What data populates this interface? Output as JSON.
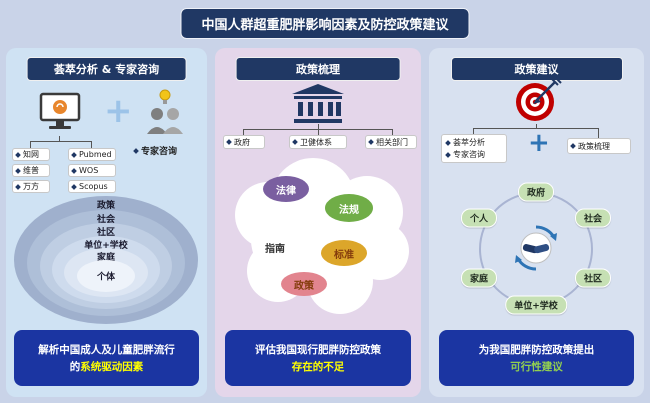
{
  "title": "中国人群超重肥胖影响因素及防控政策建议",
  "colors": {
    "banner_navy": "#203864",
    "conclusion_blue": "#1b35a2",
    "highlight_yellow": "#ffff00",
    "highlight_green": "#92d050",
    "panel_left_bg": "#cfe2f3",
    "panel_middle_bg": "#e4d6ea",
    "panel_right_bg": "#d8e1f0"
  },
  "panels": {
    "left": {
      "header": "荟萃分析 & 专家咨询",
      "plus": "+",
      "databases_cn": [
        "知网",
        "维普",
        "万方"
      ],
      "databases_en": [
        "Pubmed",
        "WOS",
        "Scopus"
      ],
      "expert_label": "专家咨询",
      "onion": [
        "政策",
        "社会",
        "社区",
        "单位+学校",
        "家庭",
        "个体"
      ],
      "conclusion": {
        "line1": "解析中国成人及儿童肥胖流行",
        "line2_prefix": "的",
        "line2_highlight": "系统驱动因素"
      }
    },
    "middle": {
      "header": "政策梳理",
      "sources": [
        "政府",
        "卫健体系",
        "相关部门"
      ],
      "cloud_items": [
        {
          "label": "法律",
          "style": "background:#7a5fa0;color:#ffffff"
        },
        {
          "label": "法规",
          "style": "background:#70ad47;color:#ffffff"
        },
        {
          "label": "指南",
          "style": "background:transparent;color:#333333"
        },
        {
          "label": "标准",
          "style": "background:#dca62a;color:#843c0c"
        },
        {
          "label": "政策",
          "style": "background:#e2848e;color:#843c0c"
        }
      ],
      "conclusion": {
        "line1": "评估我国现行肥胖防控政策",
        "line2_highlight": "存在的不足"
      }
    },
    "right": {
      "header": "政策建议",
      "input_left": [
        "荟萃分析",
        "专家咨询"
      ],
      "plus": "+",
      "input_right": "政策梳理",
      "circle_items": [
        "政府",
        "社会",
        "社区",
        "单位+学校",
        "家庭",
        "个人"
      ],
      "conclusion": {
        "line1": "为我国肥胖防控政策提出",
        "line2_highlight": "可行性建议"
      }
    }
  }
}
